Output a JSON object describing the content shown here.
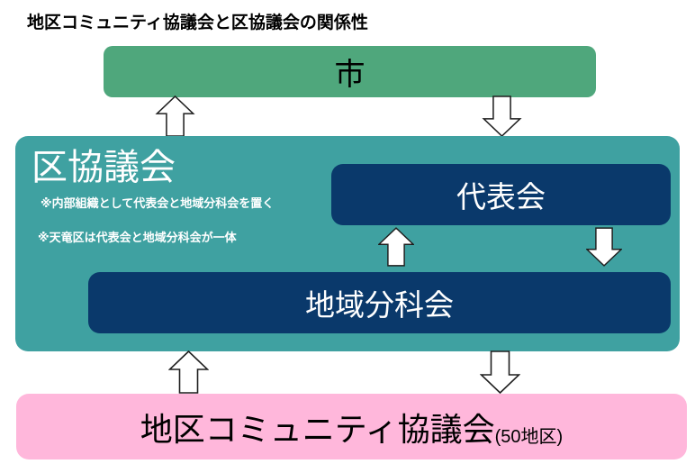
{
  "title": "地区コミュニティ協議会と区協議会の関係性",
  "colors": {
    "green": "#4fa77c",
    "teal": "#3fa1a1",
    "navy": "#0a396b",
    "pink": "#ffb7db",
    "arrow-fill": "#ffffff",
    "arrow-outline": "#1f1f1f",
    "text-dark": "#000000",
    "text-light": "#ffffff"
  },
  "icons": {
    "up_arrow": "block-arrow-up",
    "down_arrow": "block-arrow-down"
  },
  "boxes": {
    "city": {
      "label": "市"
    },
    "ward_council": {
      "label": "区協議会",
      "notes": [
        "※内部組織として代表会と地域分科会を置く",
        "※天竜区は代表会と地域分科会が一体"
      ],
      "representative": {
        "label": "代表会"
      },
      "subcommittee": {
        "label": "地域分科会"
      }
    },
    "community_council": {
      "label": "地区コミュニティ協議会",
      "suffix": "(50地区)"
    }
  }
}
